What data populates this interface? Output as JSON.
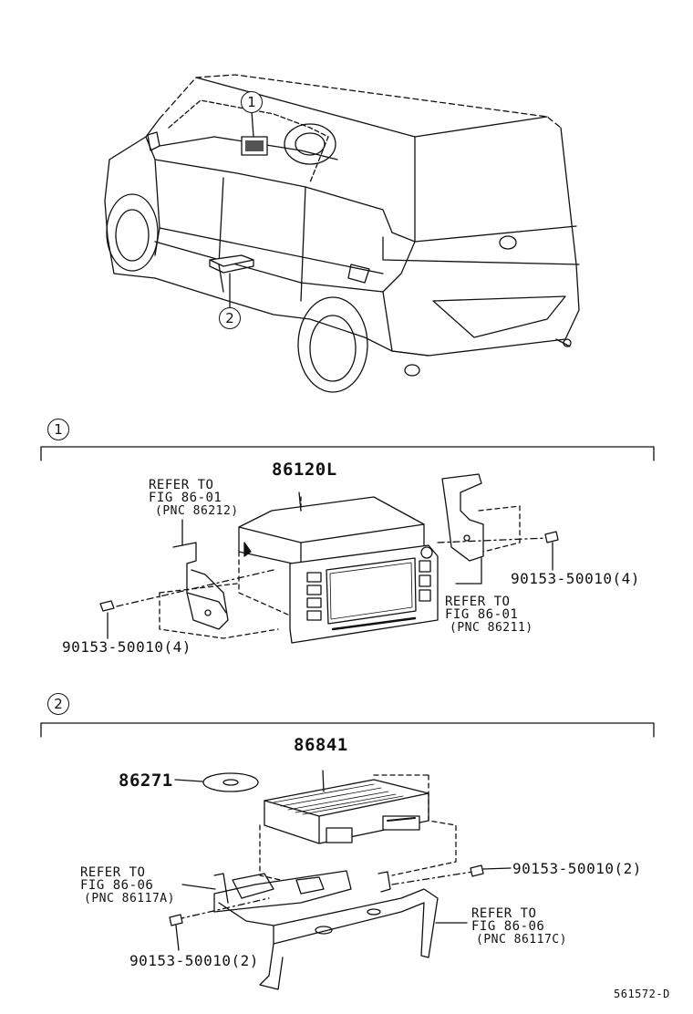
{
  "overview": {
    "callout_1": "1",
    "callout_2": "2"
  },
  "section_1": {
    "marker": "1",
    "part_main": "86120L",
    "ref_left": {
      "line1": "REFER TO",
      "line2": "FIG 86-01",
      "line3": "(PNC 86212)"
    },
    "ref_right": {
      "line1": "REFER TO",
      "line2": "FIG 86-01",
      "line3": "(PNC 86211)"
    },
    "screw_left": "90153-50010(4)",
    "screw_right": "90153-50010(4)"
  },
  "section_2": {
    "marker": "2",
    "part_unit": "86841",
    "part_disc": "86271",
    "ref_left": {
      "line1": "REFER TO",
      "line2": "FIG 86-06",
      "line3": "(PNC 86117A)"
    },
    "ref_right": {
      "line1": "REFER TO",
      "line2": "FIG 86-06",
      "line3": "(PNC 86117C)"
    },
    "screw_right": "90153-50010(2)",
    "screw_left": "90153-50010(2)"
  },
  "diagram_code": "561572-D"
}
